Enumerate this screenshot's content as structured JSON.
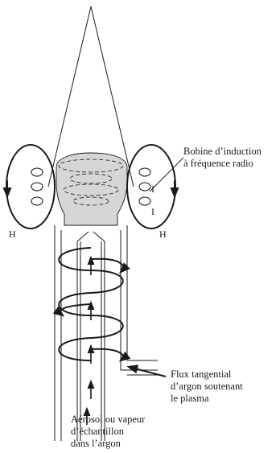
{
  "labels": {
    "coil_line1": "Bobine d’induction",
    "coil_line2": "à fréquence radio",
    "tangential_line1": "Flux tangential",
    "tangential_line2": "d’argon soutenant",
    "tangential_line3": "le plasma",
    "aerosol_line1": "Aérosol ou vapeur",
    "aerosol_line2": "d’échantillon",
    "aerosol_line3": "dans l’argon"
  },
  "symbols": {
    "field_left": "H",
    "field_right": "H",
    "current_upper": "I",
    "current_lower": "I"
  },
  "colors": {
    "ink": "#1a1a1a",
    "plasma_fill": "#d6d6d6"
  }
}
